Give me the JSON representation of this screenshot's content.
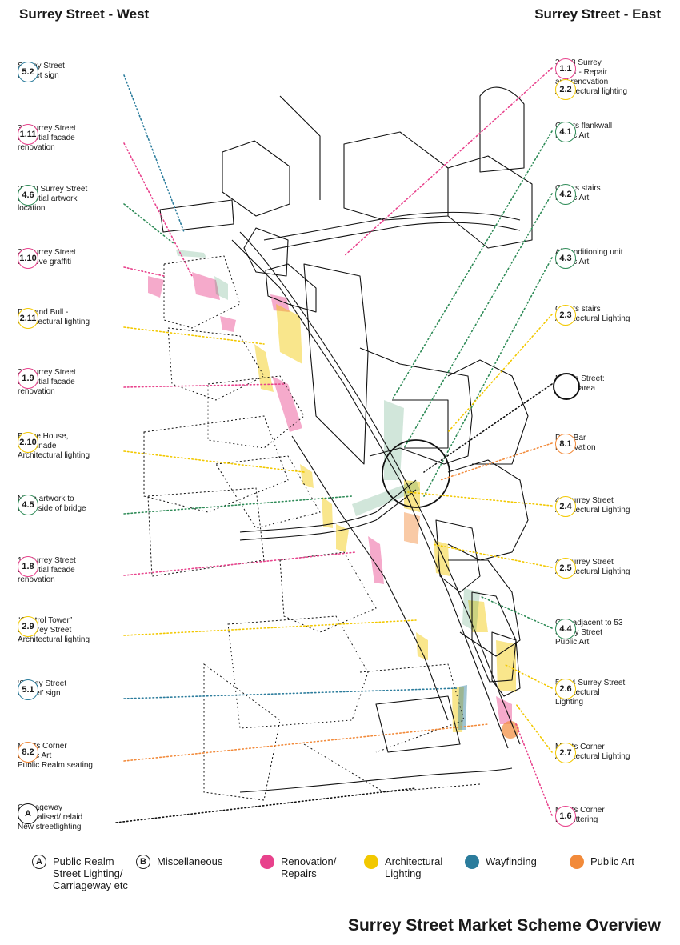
{
  "header": {
    "west": "Surrey Street  - West",
    "east": "Surrey Street  - East"
  },
  "colors": {
    "renovation": "#e8428c",
    "lighting": "#f2c800",
    "wayfinding": "#2b7c9c",
    "public_art": "#f28a3a",
    "green": "#2e8b57",
    "black": "#111111"
  },
  "west": [
    {
      "code": "5.2",
      "color": "wayfinding",
      "lines": [
        "Surrey Street",
        "Market sign"
      ]
    },
    {
      "code": "1.11",
      "color": "renovation",
      "lines": [
        "30 Surrey Street",
        "Potential facade",
        "renovation"
      ]
    },
    {
      "code": "4.6",
      "color": "green",
      "lines": [
        "29-30 Surrey Street",
        "Potential artwork",
        "location"
      ]
    },
    {
      "code": "1.10",
      "color": "renovation",
      "lines": [
        "28 Surrey Street",
        "Remove graffiti"
      ]
    },
    {
      "code": "2.11",
      "color": "lighting",
      "lines": [
        "Dog and Bull -",
        "Architectural lighting"
      ]
    },
    {
      "code": "1.9",
      "color": "renovation",
      "lines": [
        "20 Surrey Street",
        "Potential facade",
        "renovation"
      ]
    },
    {
      "code": "2.10",
      "color": "lighting",
      "lines": [
        "Bridge House,",
        "Colonnade",
        "Architectural lighting"
      ]
    },
    {
      "code": "4.5",
      "color": "green",
      "lines": [
        "Neon artwork to",
        "underside of bridge"
      ]
    },
    {
      "code": "1.8",
      "color": "renovation",
      "lines": [
        "10 Surrey Street",
        "Potential facade",
        "renovation"
      ]
    },
    {
      "code": "2.9",
      "color": "lighting",
      "lines": [
        "“Control Tower”",
        "5 Surrey Street",
        "Architectural lighting"
      ]
    },
    {
      "code": "5.1",
      "color": "wayfinding",
      "lines": [
        "‘Surrey Street",
        "Market’ sign"
      ]
    },
    {
      "code": "8.2",
      "color": "public_art",
      "lines": [
        "Millets Corner",
        "Public Art",
        "Public Realm seating"
      ]
    },
    {
      "code": "A",
      "color": "black",
      "lines": [
        "Carriageway",
        "rationalised/ relaid",
        "New streetlighting"
      ]
    }
  ],
  "east": [
    {
      "code": "1.1",
      "code2": "2.2",
      "color": "renovation",
      "color2": "lighting",
      "lines": [
        "34-38 Surrey",
        "Street - Repair",
        "and renovation",
        "Architectural lighting"
      ]
    },
    {
      "code": "4.1",
      "color": "green",
      "lines": [
        "Grants flankwall",
        "Public Art"
      ]
    },
    {
      "code": "4.2",
      "color": "green",
      "lines": [
        "Grants stairs",
        "Public Art"
      ]
    },
    {
      "code": "4.3",
      "color": "green",
      "lines": [
        "Airconditioning unit",
        "Public Art"
      ]
    },
    {
      "code": "2.3",
      "color": "lighting",
      "lines": [
        "Grants stairs",
        "Architectural Lighting"
      ]
    },
    {
      "code": "",
      "color": "black",
      "lines": [
        "Middle Street:",
        "Focus area"
      ]
    },
    {
      "code": "8.1",
      "color": "public_art",
      "lines": [
        "Dice Bar",
        "Renovation"
      ]
    },
    {
      "code": "2.4",
      "color": "lighting",
      "lines": [
        "46 Surrey Street",
        "Architectural Lighting"
      ]
    },
    {
      "code": "2.5",
      "color": "lighting",
      "lines": [
        "48 Surrey Street",
        "Architectural Lighting"
      ]
    },
    {
      "code": "4.4",
      "color": "green",
      "lines": [
        "Gap adjacent to 53",
        "Surrey Street",
        "Public Art"
      ]
    },
    {
      "code": "2.6",
      "color": "lighting",
      "lines": [
        "53-54 Surrey Street",
        "Architectural",
        "Lighting"
      ]
    },
    {
      "code": "2.7",
      "color": "lighting",
      "lines": [
        "Millets Corner",
        "Architectural Lighting"
      ]
    },
    {
      "code": "1.6",
      "color": "renovation",
      "lines": [
        "Millets Corner",
        "Decluttering"
      ]
    }
  ],
  "legend": [
    {
      "icon": "A",
      "fill": "",
      "lines": [
        "Public Realm",
        "Street Lighting/",
        "Carriageway etc"
      ]
    },
    {
      "icon": "B",
      "fill": "",
      "lines": [
        "Miscellaneous"
      ]
    },
    {
      "icon": "",
      "fill": "renovation",
      "lines": [
        "Renovation/",
        "Repairs"
      ]
    },
    {
      "icon": "",
      "fill": "lighting",
      "lines": [
        "Architectural",
        "Lighting"
      ]
    },
    {
      "icon": "",
      "fill": "wayfinding",
      "lines": [
        "Wayfinding"
      ]
    },
    {
      "icon": "",
      "fill": "public_art",
      "lines": [
        "Public Art"
      ]
    }
  ],
  "footer": {
    "title": "Surrey Street Market Scheme Overview"
  }
}
